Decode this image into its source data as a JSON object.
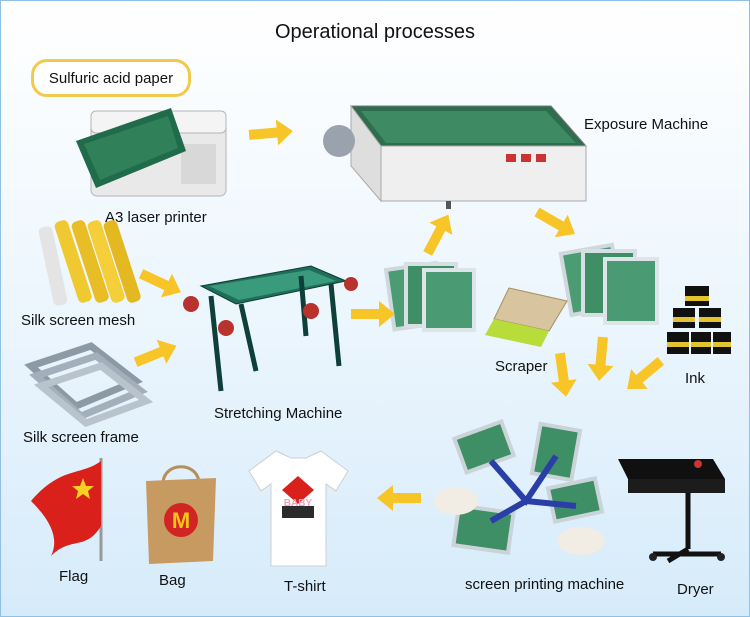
{
  "title": "Operational processes",
  "callout": "Sulfuric acid paper",
  "labels": {
    "printer": "A3 laser printer",
    "exposure": "Exposure Machine",
    "mesh": "Silk screen mesh",
    "stretching": "Stretching Machine",
    "frame": "Silk screen frame",
    "scraper": "Scraper",
    "ink": "Ink",
    "screen_printing": "screen printing machine",
    "dryer": "Dryer",
    "flag": "Flag",
    "bag": "Bag",
    "tshirt": "T-shirt"
  },
  "shirt_text": "BABY",
  "colors": {
    "arrow": "#f8c528",
    "callout_border": "#f2c94c",
    "screen_green": "#2e7d5a"
  }
}
